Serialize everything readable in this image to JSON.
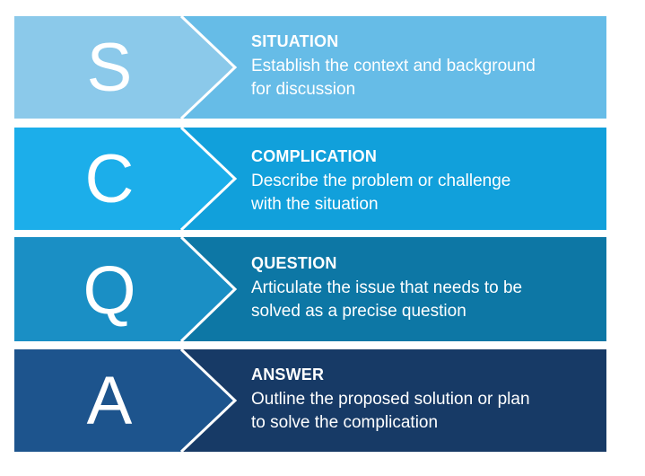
{
  "rows": [
    {
      "letter": "S",
      "heading": "SITUATION",
      "desc_line1": "Establish the context and background",
      "desc_line2": "for discussion",
      "colors": {
        "left": "#8BC9EA",
        "right": "#66BCE7"
      }
    },
    {
      "letter": "C",
      "heading": "COMPLICATION",
      "desc_line1": "Describe the problem or challenge",
      "desc_line2": "with the situation",
      "colors": {
        "left": "#1CAEEA",
        "right": "#11A0DB"
      }
    },
    {
      "letter": "Q",
      "heading": "QUESTION",
      "desc_line1": "Articulate the issue that needs to be",
      "desc_line2": "solved as a precise question",
      "colors": {
        "left": "#1A8FC5",
        "right": "#0D77A5"
      }
    },
    {
      "letter": "A",
      "heading": "ANSWER",
      "desc_line1": "Outline the proposed solution or plan",
      "desc_line2": "to solve the complication",
      "colors": {
        "left": "#1D548D",
        "right": "#173A66"
      }
    }
  ]
}
